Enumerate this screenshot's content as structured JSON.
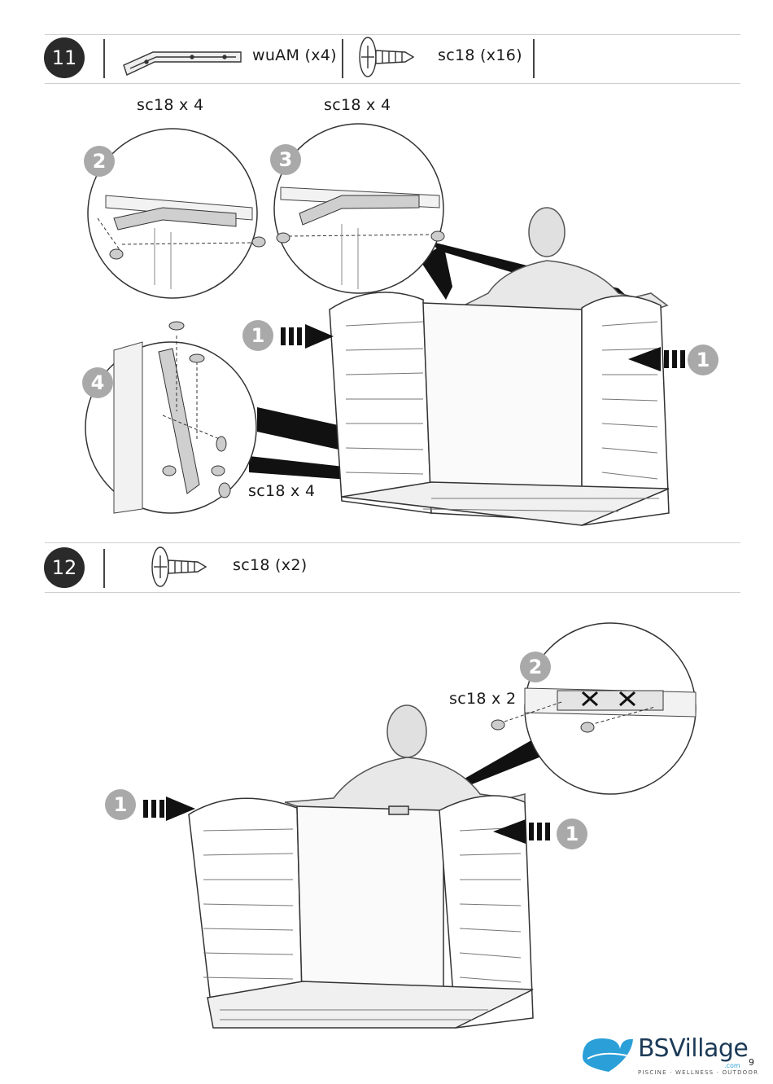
{
  "step11": {
    "number": "11",
    "parts": [
      {
        "icon": "bracket-part-icon",
        "label": "wuAM (x4)"
      },
      {
        "icon": "screw-icon",
        "label": "sc18 (x16)"
      }
    ],
    "detail_labels": [
      "sc18 x 4",
      "sc18 x 4",
      "sc18 x 4"
    ],
    "callouts": [
      "1",
      "1",
      "2",
      "3",
      "4"
    ]
  },
  "step12": {
    "number": "12",
    "parts": [
      {
        "icon": "screw-icon",
        "label": "sc18 (x2)"
      }
    ],
    "detail_label": "sc18 x 2",
    "callouts": [
      "1",
      "1",
      "2"
    ]
  },
  "footer": {
    "brand_name": "BSVillage",
    "brand_suffix": ".com",
    "tagline": "PISCINE · WELLNESS · OUTDOOR",
    "page_number": "9"
  },
  "colors": {
    "badge": "#2a2a2a",
    "callout": "#a9a9a9",
    "brand": "#1d3b57",
    "brand_wave": "#2a9fd8"
  }
}
